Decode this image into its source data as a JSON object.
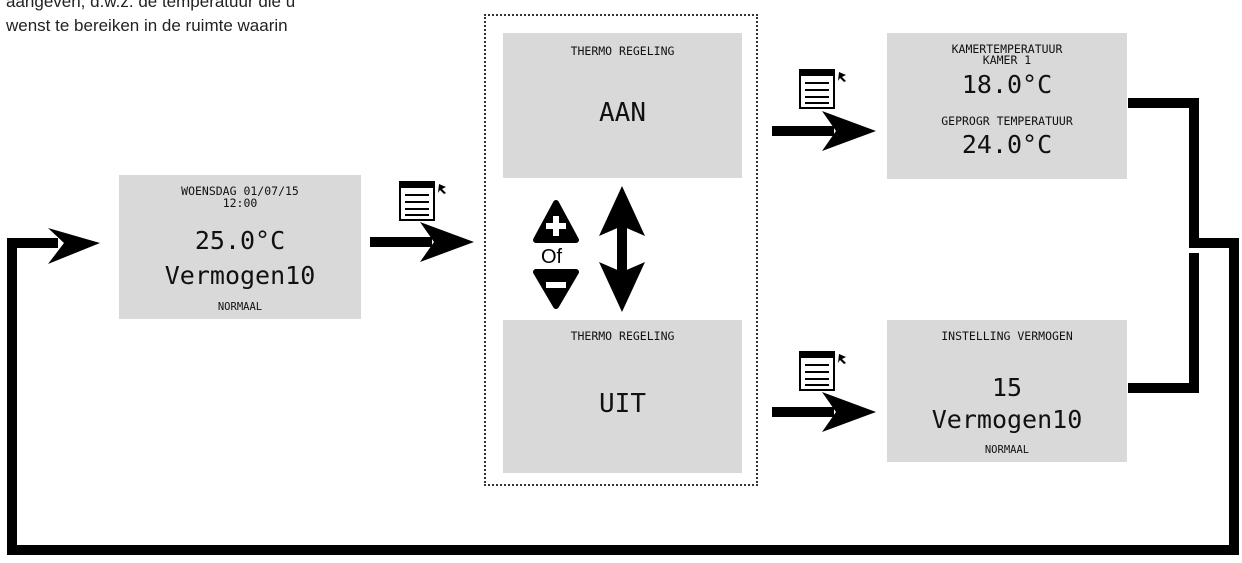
{
  "intro_text": {
    "line1": "aangeven, d.w.z. de temperatuur die u",
    "line2": "wenst te bereiken in de ruimte waarin"
  },
  "home_screen": {
    "date": "WOENSDAG 01/07/15",
    "time": "12:00",
    "temperature": "25.0°C",
    "power": "Vermogen10",
    "mode": "NORMAAL"
  },
  "thermo_on_screen": {
    "title": "THERMO REGELING",
    "state": "AAN"
  },
  "thermo_off_screen": {
    "title": "THERMO REGELING",
    "state": "UIT"
  },
  "room_temp_screen": {
    "label1": "KAMERTEMPERATUUR",
    "label2": "KAMER 1",
    "room_temp": "18.0°C",
    "label3": "GEPROGR TEMPERATUUR",
    "prog_temp": "24.0°C"
  },
  "power_setting_screen": {
    "title": "INSTELLING VERMOGEN",
    "value": "15",
    "power": "Vermogen10",
    "mode": "NORMAAL"
  },
  "toggle_hint": {
    "of_label": "Of"
  },
  "icons": [
    "menu-button-icon",
    "plus-button-icon",
    "minus-button-icon",
    "double-arrow-icon",
    "flow-arrow-icon"
  ]
}
